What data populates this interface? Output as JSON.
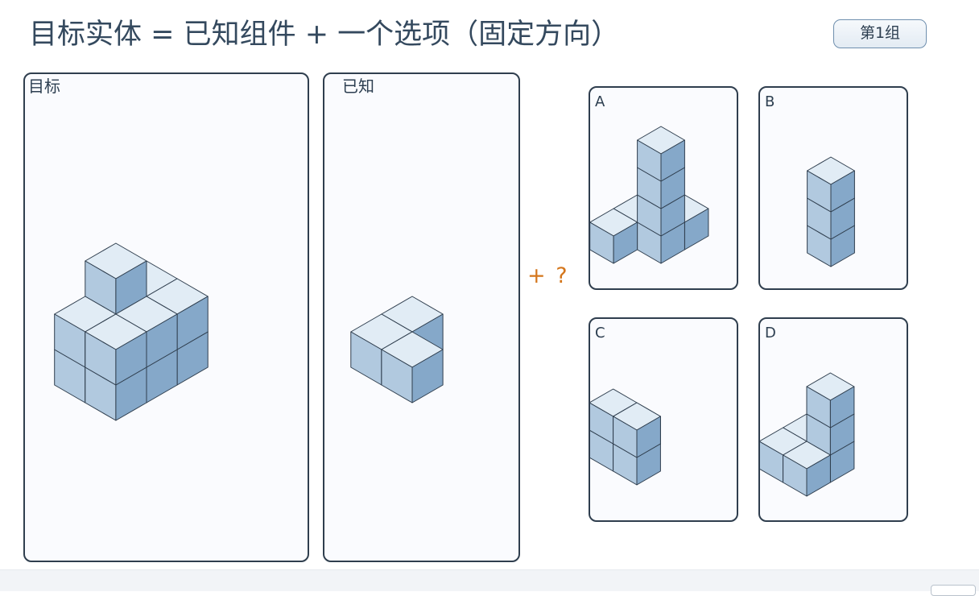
{
  "header": {
    "title": "目标实体 = 已知组件 + 一个选项（固定方向）",
    "group_label": "第1组"
  },
  "target_panel": {
    "label": "目标"
  },
  "known_panel": {
    "label": "已知"
  },
  "operator": "+ ?",
  "options": [
    {
      "label": "A"
    },
    {
      "label": "B"
    },
    {
      "label": "C"
    },
    {
      "label": "D"
    }
  ],
  "colors": {
    "cube_top": "#e1ecf5",
    "cube_left": "#b1c9df",
    "cube_right": "#85a8c9",
    "cube_edge": "#2f3e4e",
    "panel_border": "#2f3e4e",
    "accent_operator": "#d4761c"
  },
  "shapes": {
    "target": [
      [
        0,
        0,
        0
      ],
      [
        1,
        0,
        0
      ],
      [
        0,
        1,
        0
      ],
      [
        1,
        1,
        0
      ],
      [
        0,
        2,
        0
      ],
      [
        1,
        2,
        0
      ],
      [
        0,
        0,
        1
      ],
      [
        1,
        0,
        1
      ],
      [
        0,
        1,
        1
      ],
      [
        1,
        1,
        1
      ],
      [
        0,
        2,
        1
      ],
      [
        1,
        2,
        1
      ],
      [
        0,
        1,
        2
      ]
    ],
    "known": [
      [
        0,
        0,
        0
      ],
      [
        0,
        1,
        0
      ],
      [
        1,
        1,
        0
      ]
    ],
    "A": [
      [
        0,
        0,
        0
      ],
      [
        0,
        1,
        0
      ],
      [
        1,
        1,
        0
      ],
      [
        0,
        2,
        0
      ],
      [
        1,
        0,
        0
      ],
      [
        1,
        1,
        1
      ],
      [
        1,
        1,
        2
      ],
      [
        1,
        1,
        3
      ]
    ],
    "B": [
      [
        0,
        0,
        0
      ],
      [
        0,
        0,
        1
      ],
      [
        0,
        0,
        2
      ]
    ],
    "C": [
      [
        0,
        0,
        0
      ],
      [
        0,
        1,
        0
      ],
      [
        0,
        1,
        1
      ],
      [
        1,
        1,
        0
      ],
      [
        1,
        1,
        1
      ]
    ],
    "D": [
      [
        0,
        0,
        0
      ],
      [
        1,
        0,
        0
      ],
      [
        0,
        1,
        0
      ],
      [
        1,
        1,
        0
      ],
      [
        1,
        0,
        1
      ],
      [
        1,
        0,
        2
      ]
    ]
  }
}
